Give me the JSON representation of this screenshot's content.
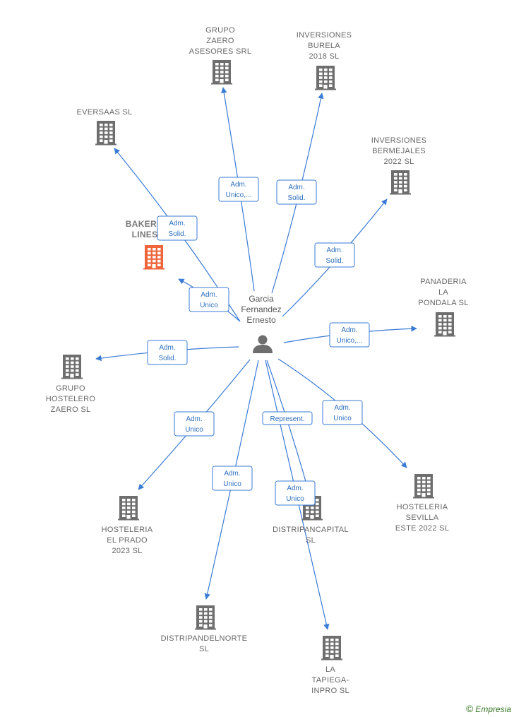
{
  "center": {
    "lines": [
      "Garcia",
      "Fernandez",
      "Ernesto"
    ],
    "icon": "person-icon"
  },
  "nodes": [
    {
      "id": "grupo-zaero-asesores",
      "lines": [
        "GRUPO",
        "ZAERO",
        "ASESORES SRL"
      ],
      "icon": "building-icon"
    },
    {
      "id": "inversiones-burela",
      "lines": [
        "INVERSIONES",
        "BURELA",
        "2018  SL"
      ],
      "icon": "building-icon"
    },
    {
      "id": "eversaas",
      "lines": [
        "EVERSAAS  SL"
      ],
      "icon": "building-icon"
    },
    {
      "id": "inversiones-bermejales",
      "lines": [
        "INVERSIONES",
        "BERMEJALES",
        "2022  SL"
      ],
      "icon": "building-icon"
    },
    {
      "id": "bakerm-lines",
      "lines": [
        "BAKERM",
        "LINES"
      ],
      "icon": "building-icon",
      "highlight": true
    },
    {
      "id": "panaderia-la-pondala",
      "lines": [
        "PANADERIA",
        "LA",
        "PONDALA  SL"
      ],
      "icon": "building-icon"
    },
    {
      "id": "grupo-hostelero-zaero",
      "lines": [
        "GRUPO",
        "HOSTELERO",
        "ZAERO  SL"
      ],
      "icon": "building-icon"
    },
    {
      "id": "hosteleria-el-prado",
      "lines": [
        "HOSTELERIA",
        "EL PRADO",
        "2023  SL"
      ],
      "icon": "building-icon"
    },
    {
      "id": "distripancapital",
      "lines": [
        "DISTRIPANCAPITAL",
        "SL"
      ],
      "icon": "building-icon"
    },
    {
      "id": "hosteleria-sevilla-este",
      "lines": [
        "HOSTELERIA",
        "SEVILLA",
        "ESTE 2022  SL"
      ],
      "icon": "building-icon"
    },
    {
      "id": "distripandelnorte",
      "lines": [
        "DISTRIPANDELNORTE",
        "SL"
      ],
      "icon": "building-icon"
    },
    {
      "id": "la-tapiega-inpro",
      "lines": [
        "LA",
        "TAPIEGA-",
        "INPRO SL"
      ],
      "icon": "building-icon"
    }
  ],
  "edges": [
    {
      "to": "grupo-zaero-asesores",
      "lines": [
        "Adm.",
        "Unico,..."
      ]
    },
    {
      "to": "inversiones-burela",
      "lines": [
        "Adm.",
        "Solid."
      ]
    },
    {
      "to": "eversaas",
      "lines": [
        "Adm.",
        "Solid."
      ]
    },
    {
      "to": "inversiones-bermejales",
      "lines": [
        "Adm.",
        "Solid."
      ]
    },
    {
      "to": "bakerm-lines",
      "lines": [
        "Adm.",
        "Unico"
      ]
    },
    {
      "to": "panaderia-la-pondala",
      "lines": [
        "Adm.",
        "Unico,..."
      ]
    },
    {
      "to": "grupo-hostelero-zaero",
      "lines": [
        "Adm.",
        "Solid."
      ]
    },
    {
      "to": "hosteleria-el-prado",
      "lines": [
        "Adm.",
        "Unico"
      ]
    },
    {
      "to": "distripancapital",
      "lines": [
        "Represent."
      ]
    },
    {
      "to": "hosteleria-sevilla-este",
      "lines": [
        "Adm.",
        "Unico"
      ]
    },
    {
      "to": "distripandelnorte",
      "lines": [
        "Adm.",
        "Unico"
      ]
    },
    {
      "to": "la-tapiega-inpro",
      "lines": [
        "Adm.",
        "Unico"
      ]
    }
  ],
  "colors": {
    "edge": "#3a7bd5",
    "node_icon": "#6e6e6e",
    "highlight_icon": "#f0643c",
    "edge_label_border": "#3a7bd5",
    "edge_label_text": "#2d6fbe"
  },
  "brand": {
    "symbol": "©",
    "name": "Empresia"
  }
}
